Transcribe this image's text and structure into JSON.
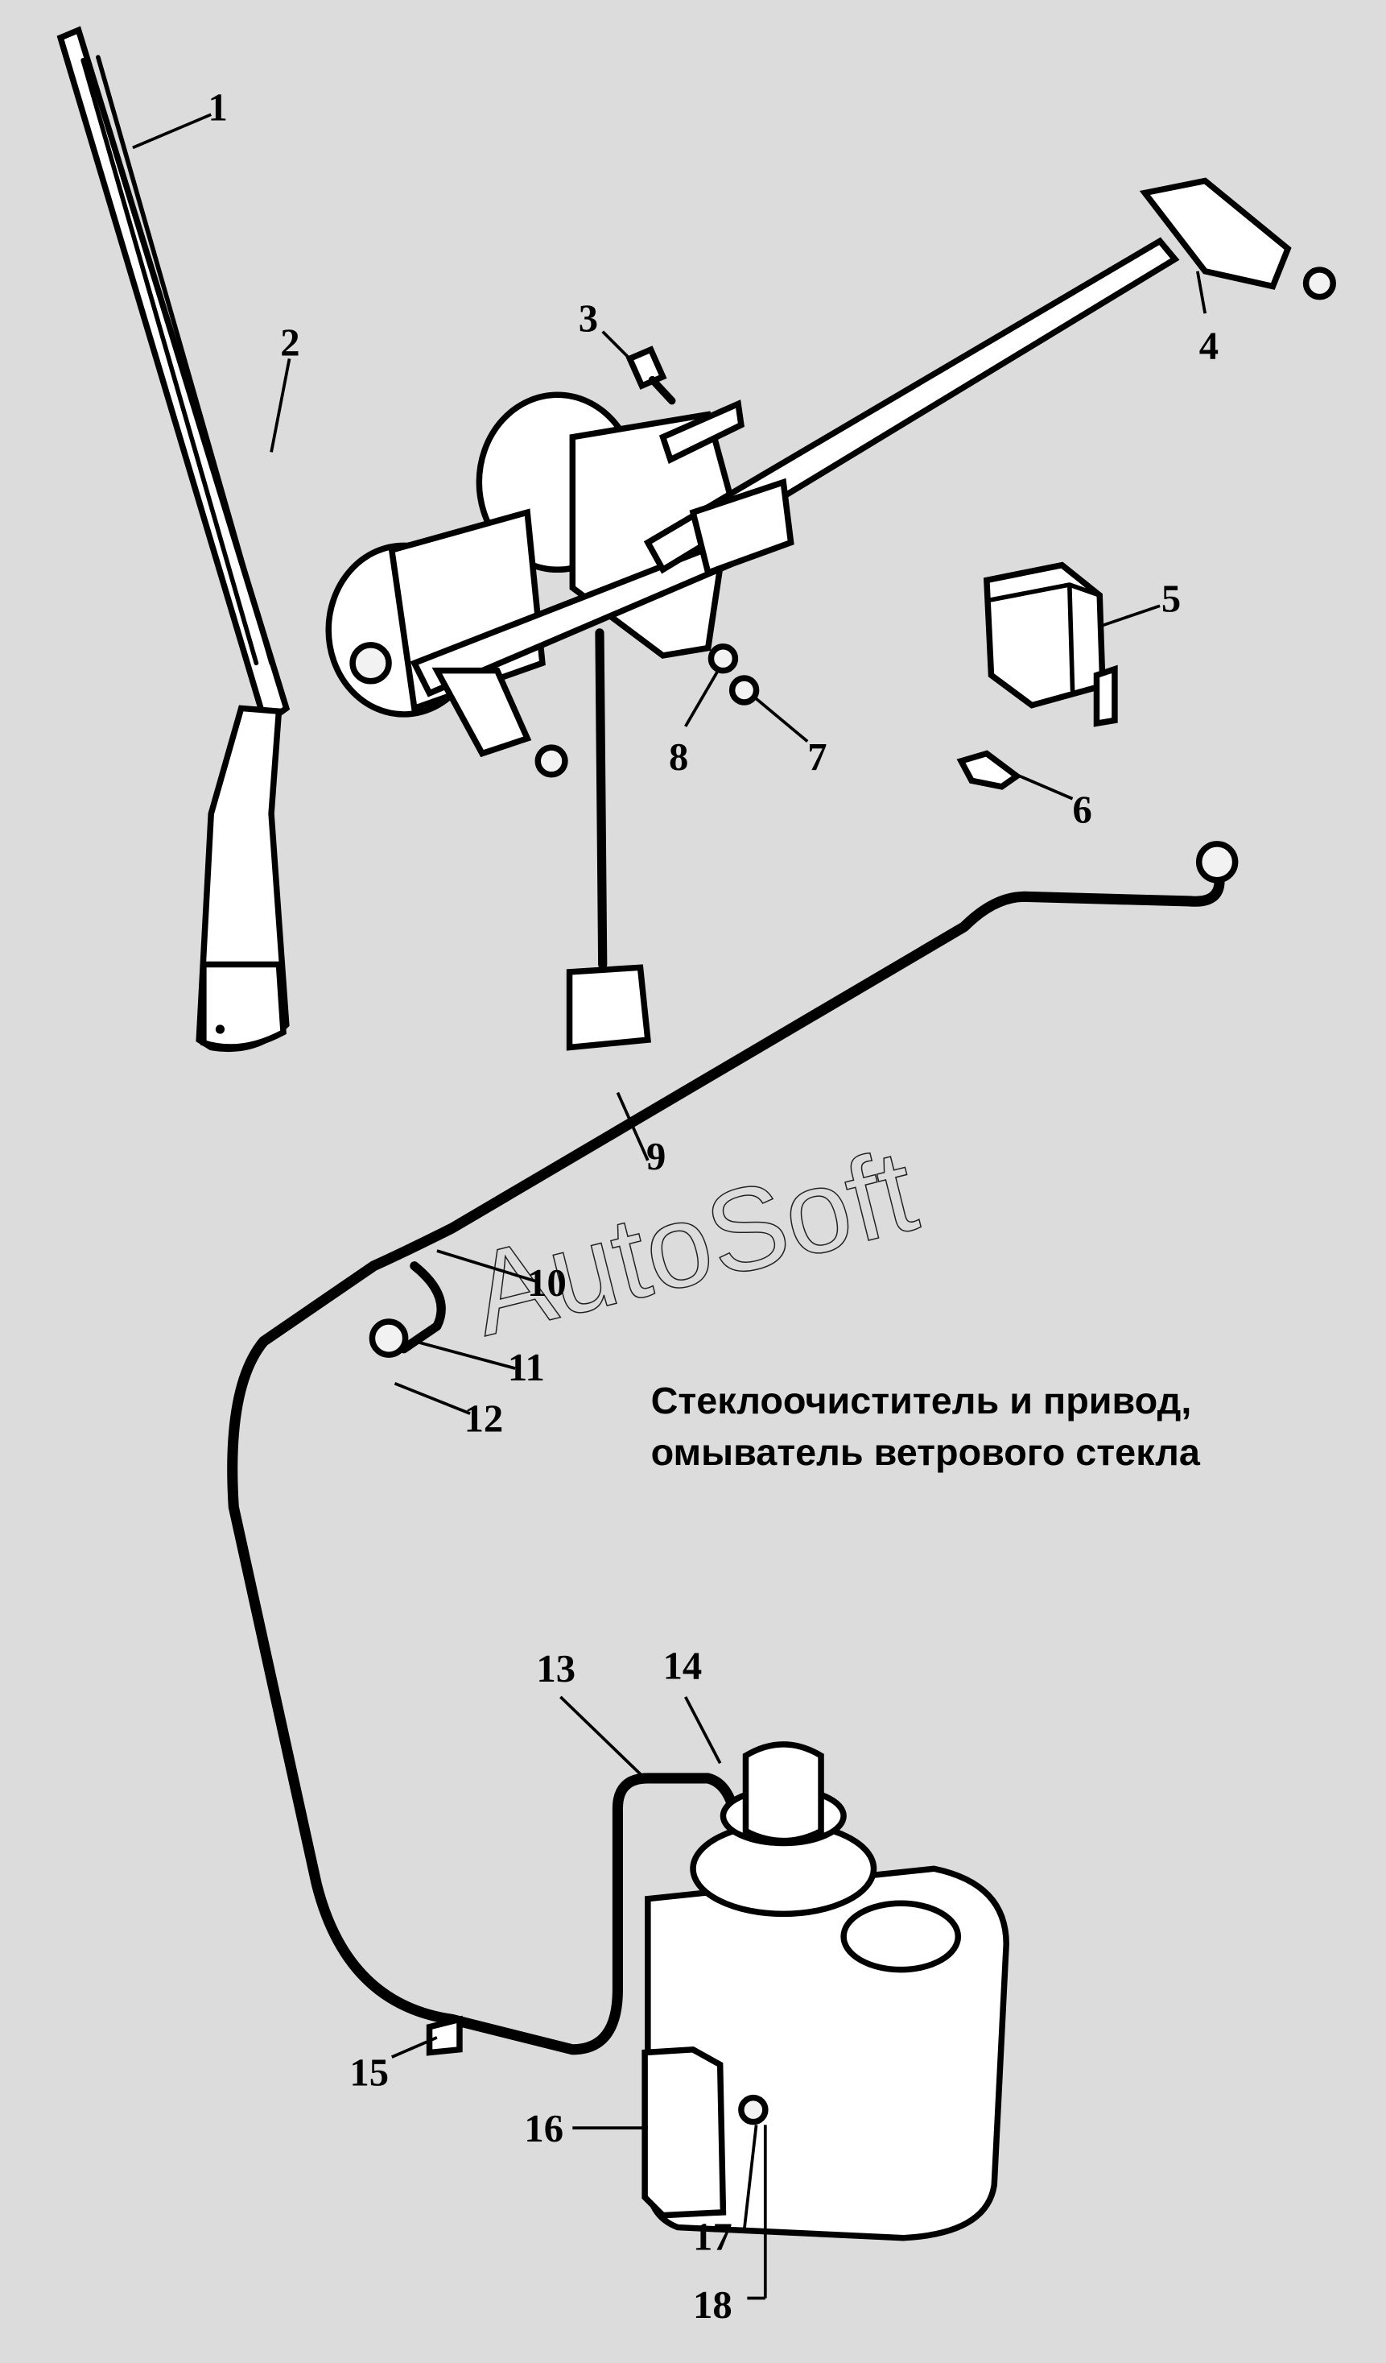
{
  "caption": {
    "line1": "Стеклоочиститель и привод,",
    "line2": "омыватель ветрового стекла"
  },
  "watermark": "AutoSoft",
  "callouts": [
    "1",
    "2",
    "3",
    "4",
    "5",
    "6",
    "7",
    "8",
    "9",
    "10",
    "11",
    "12",
    "13",
    "14",
    "15",
    "16",
    "17",
    "18"
  ],
  "colors": {
    "background": "#dcdcdc",
    "ink": "#000000"
  }
}
